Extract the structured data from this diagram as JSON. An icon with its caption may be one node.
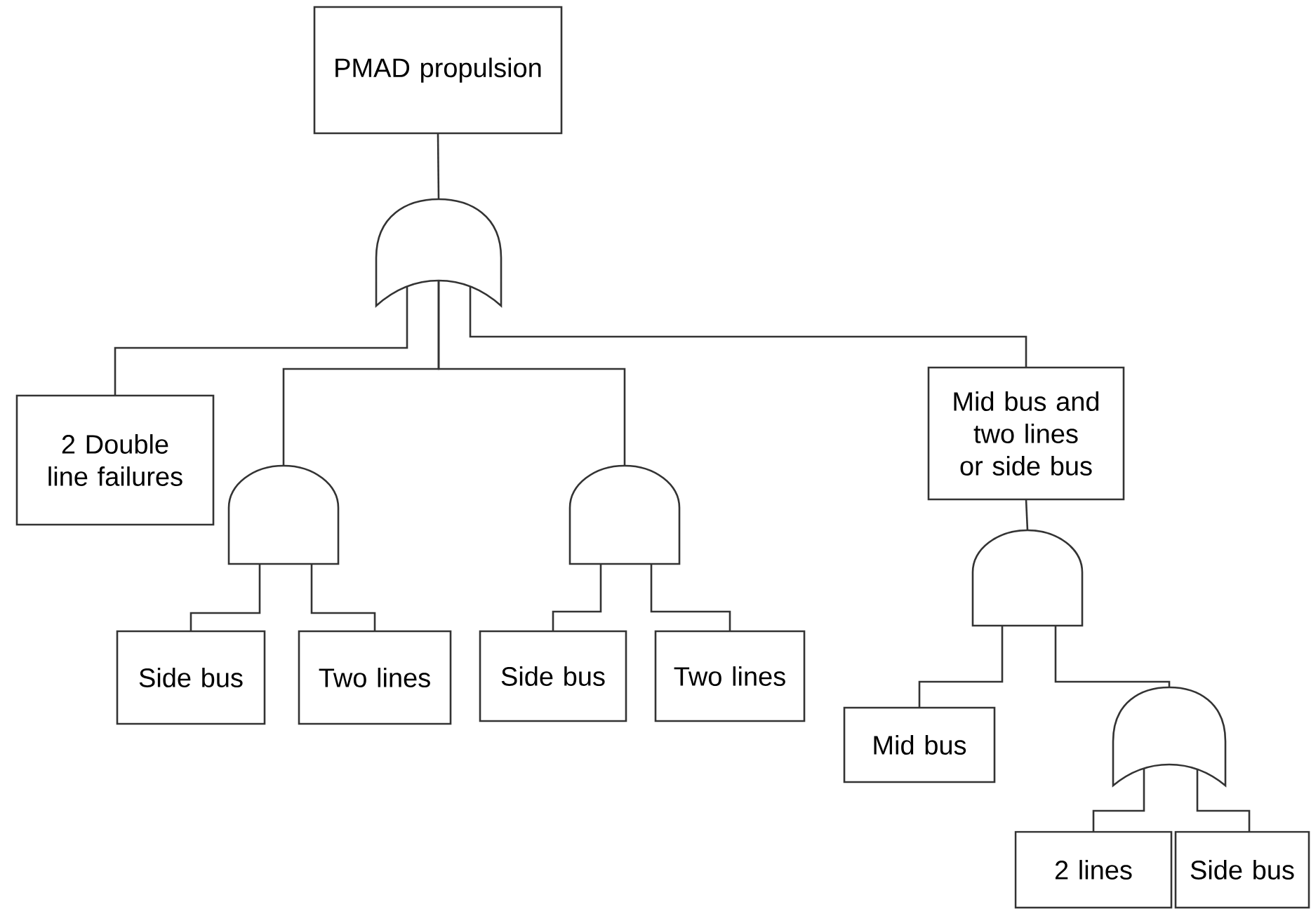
{
  "diagram": {
    "nodes": [
      {
        "text": [
          "PMAD propulsion"
        ]
      },
      {
        "text": [],
        "shape": "or-gate"
      },
      {
        "text": [
          "2 Double line failures"
        ]
      },
      {
        "text": [],
        "shape": "and-gate"
      },
      {
        "text": [],
        "shape": "and-gate"
      },
      {
        "text": [
          "Mid bus and two lines or side bus"
        ]
      },
      {
        "text": [
          "Side bus"
        ]
      },
      {
        "text": [
          "Two lines"
        ]
      },
      {
        "text": [
          "Side bus"
        ]
      },
      {
        "text": [
          "Two lines"
        ]
      },
      {
        "text": [],
        "shape": "and-gate"
      },
      {
        "text": [
          "Mid bus"
        ]
      },
      {
        "text": [],
        "shape": "or-gate"
      },
      {
        "text": [
          "2 lines"
        ]
      },
      {
        "text": [
          "Side bus"
        ]
      }
    ],
    "edges": [
      {
        "from": 0,
        "to": 1,
        "arrow": "none"
      },
      {
        "from": 1,
        "to": 2,
        "arrow": "none"
      },
      {
        "from": 1,
        "to": 3,
        "arrow": "none"
      },
      {
        "from": 1,
        "to": 4,
        "arrow": "none"
      },
      {
        "from": 1,
        "to": 5,
        "arrow": "none"
      },
      {
        "from": 3,
        "to": 6,
        "arrow": "none"
      },
      {
        "from": 3,
        "to": 7,
        "arrow": "none"
      },
      {
        "from": 4,
        "to": 8,
        "arrow": "none"
      },
      {
        "from": 4,
        "to": 9,
        "arrow": "none"
      },
      {
        "from": 5,
        "to": 10,
        "arrow": "none"
      },
      {
        "from": 10,
        "to": 11,
        "arrow": "none"
      },
      {
        "from": 10,
        "to": 12,
        "arrow": "none"
      },
      {
        "from": 12,
        "to": 13,
        "arrow": "none"
      },
      {
        "from": 12,
        "to": 14,
        "arrow": "none"
      }
    ]
  }
}
